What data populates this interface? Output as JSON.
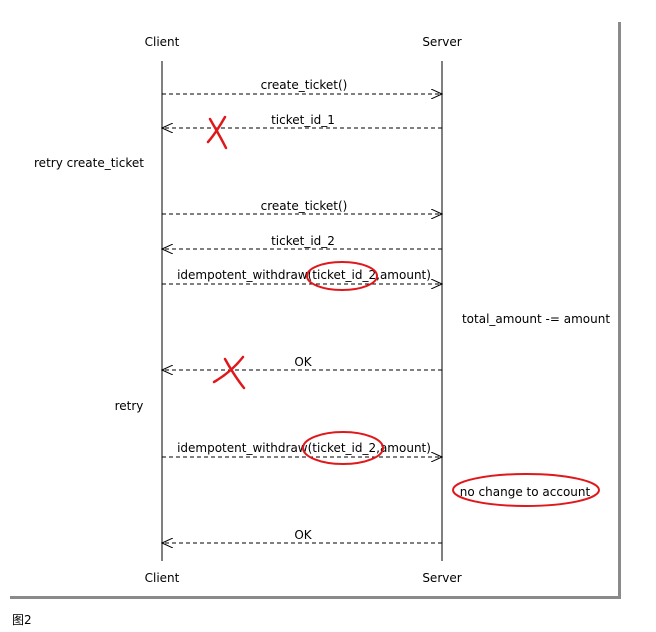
{
  "participants": {
    "client": "Client",
    "server": "Server"
  },
  "messages": [
    {
      "label": "create_ticket()",
      "direction": "to-server"
    },
    {
      "label": "ticket_id_1",
      "direction": "to-client",
      "lost": true
    },
    {
      "label": "create_ticket()",
      "direction": "to-server"
    },
    {
      "label": "ticket_id_2",
      "direction": "to-client"
    },
    {
      "label": "idempotent_withdraw(ticket_id_2,amount)",
      "direction": "to-server"
    },
    {
      "label": "OK",
      "direction": "to-client",
      "lost": true
    },
    {
      "label": "idempotent_withdraw(ticket_id_2,amount)",
      "direction": "to-server"
    },
    {
      "label": "OK",
      "direction": "to-client"
    }
  ],
  "notes": {
    "retry_create_ticket": "retry create_ticket",
    "total_amount": "total_amount -= amount",
    "retry": "retry",
    "no_change": "no change to account"
  },
  "annotation_colors": {
    "mark": "#e0181b",
    "line": "#000000"
  },
  "caption": "图2"
}
